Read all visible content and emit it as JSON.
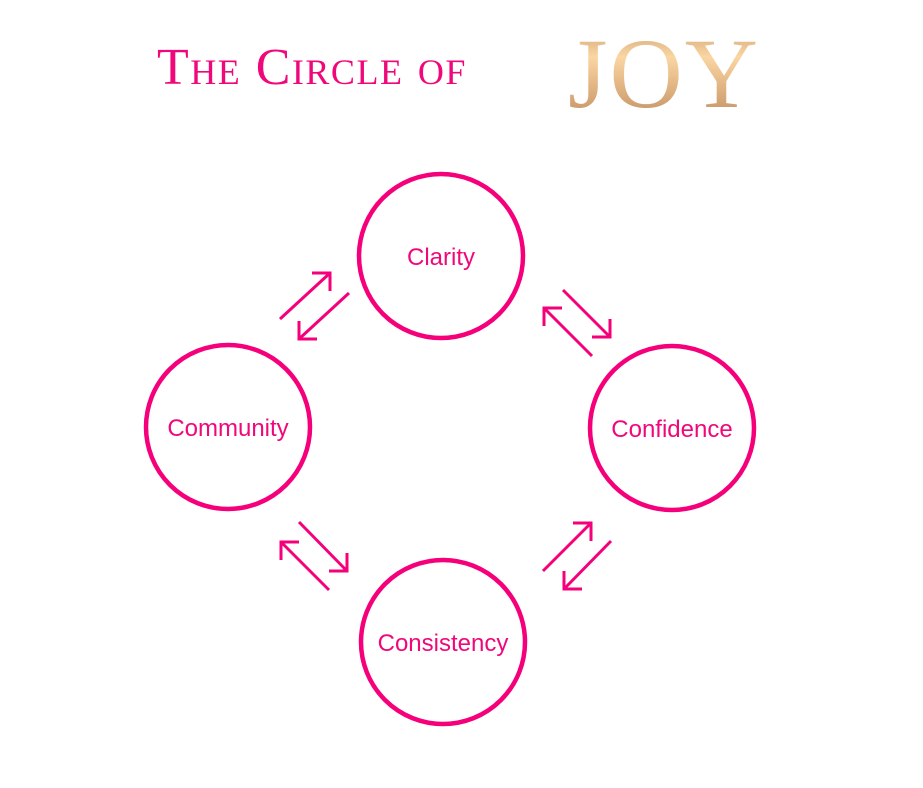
{
  "title": {
    "main": "The Circle of",
    "accent": "JOY"
  },
  "colors": {
    "primary_pink": "#f5007a",
    "text_pink": "#f0077a",
    "gold_light": "#fad6a2",
    "gold_mid": "#e2b482",
    "gold_dark": "#b98c62"
  },
  "diagram": {
    "type": "cycle",
    "nodes": [
      {
        "id": "clarity",
        "label": "Clarity",
        "position": "top"
      },
      {
        "id": "confidence",
        "label": "Confidence",
        "position": "right"
      },
      {
        "id": "consistency",
        "label": "Consistency",
        "position": "bottom"
      },
      {
        "id": "community",
        "label": "Community",
        "position": "left"
      }
    ],
    "connections": [
      {
        "from": "clarity",
        "to": "confidence",
        "direction": "bidirectional"
      },
      {
        "from": "confidence",
        "to": "consistency",
        "direction": "bidirectional"
      },
      {
        "from": "consistency",
        "to": "community",
        "direction": "bidirectional"
      },
      {
        "from": "community",
        "to": "clarity",
        "direction": "bidirectional"
      }
    ]
  }
}
